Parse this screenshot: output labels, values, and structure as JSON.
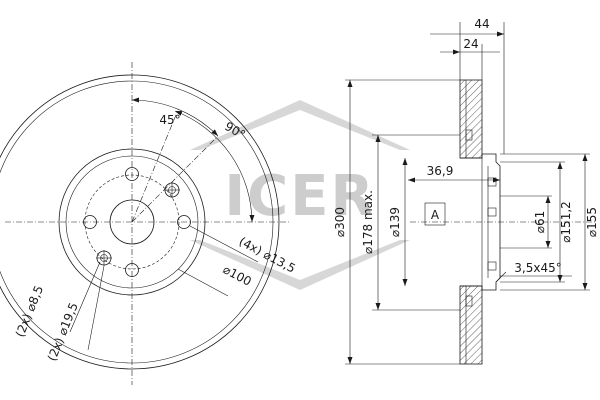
{
  "watermark": {
    "text": "ICER"
  },
  "front_view": {
    "angle_45": "45°",
    "angle_90": "90°",
    "bolt_holes": "(4x) ⌀13,5",
    "pcd": "⌀100",
    "small_hole_a": "(2x) ⌀8,5",
    "small_hole_b": "(2x) ⌀19,5"
  },
  "section_view": {
    "width_44": "44",
    "width_24": "24",
    "depth_36_9": "36,9",
    "outer_dia": "⌀300",
    "max_dia": "⌀178 max.",
    "dia_139": "⌀139",
    "ref_a": "A",
    "dia_61": "⌀61",
    "dia_151_2": "⌀151,2",
    "dia_155": "⌀155",
    "chamfer": "3,5x45°"
  }
}
